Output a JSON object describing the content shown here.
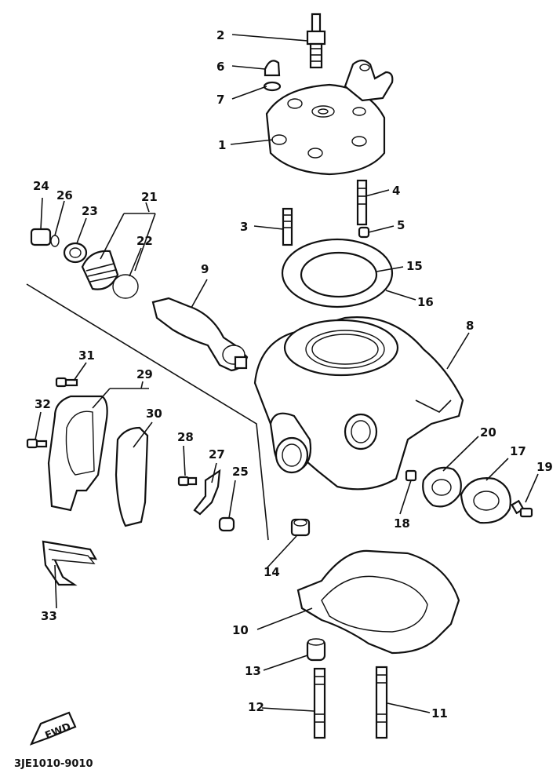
{
  "diagram": {
    "catalog_code": "3JE1010-9010",
    "fwd_label": "FWD",
    "callouts": [
      "1",
      "2",
      "3",
      "4",
      "5",
      "6",
      "7",
      "8",
      "9",
      "10",
      "11",
      "12",
      "13",
      "14",
      "15",
      "16",
      "17",
      "18",
      "19",
      "20",
      "21",
      "22",
      "23",
      "24",
      "25",
      "26",
      "27",
      "28",
      "29",
      "30",
      "31",
      "32",
      "33"
    ]
  }
}
